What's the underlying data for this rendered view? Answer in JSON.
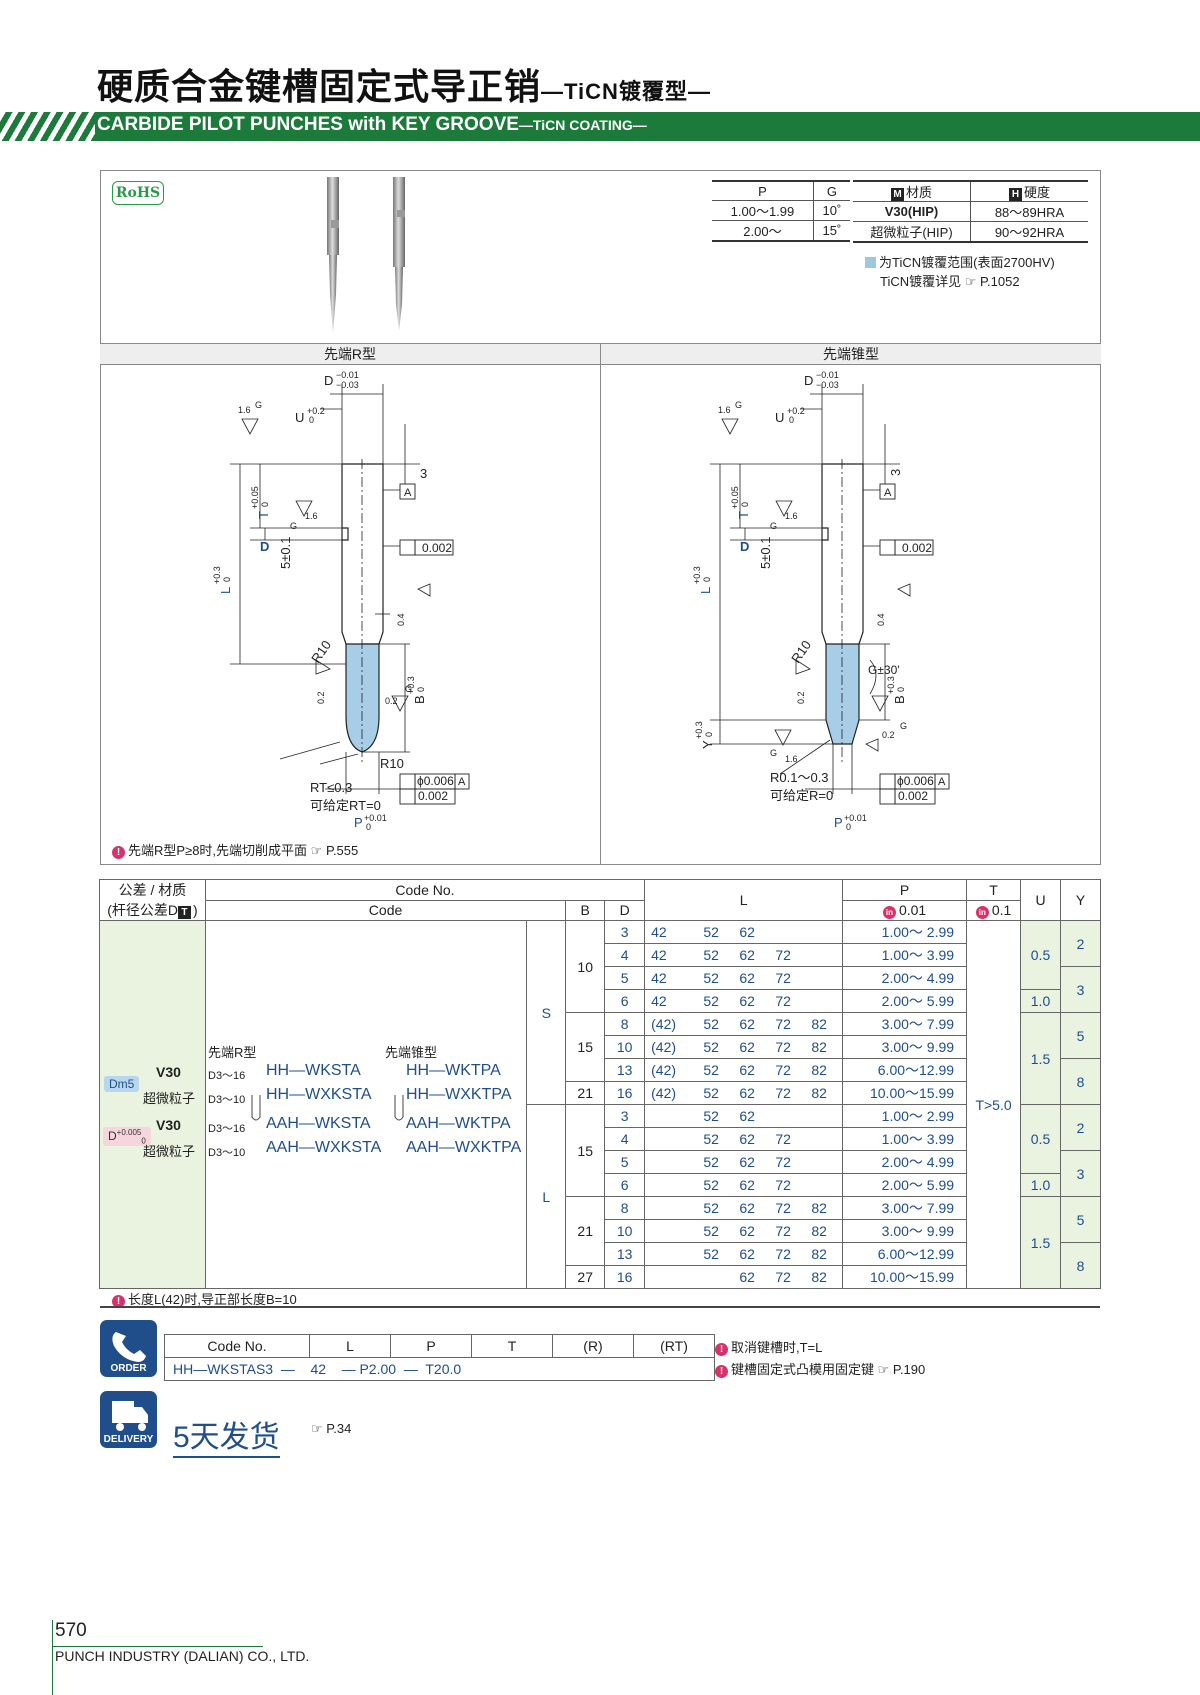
{
  "header": {
    "title_cn": "硬质合金键槽固定式导正销",
    "title_cn_sub": "—TiCN镀覆型—",
    "title_en": "CARBIDE PILOT PUNCHES with KEY GROOVE",
    "title_en_sub": "—TiCN COATING—"
  },
  "rohs": "RoHS",
  "angle_table": {
    "headers": [
      "P",
      "G"
    ],
    "rows": [
      [
        "1.00～1.99",
        "10˚"
      ],
      [
        "2.00～",
        "15˚"
      ]
    ]
  },
  "material_table": {
    "header_material_icon": "M",
    "header_material": "材质",
    "header_hardness_icon": "H",
    "header_hardness": "硬度",
    "rows": [
      [
        "V30(HIP)",
        "88～89HRA"
      ],
      [
        "超微粒子(HIP)",
        "90～92HRA"
      ]
    ]
  },
  "ticn_note": {
    "line1": "为TiCN镀覆范围(表面2700HV)",
    "line2": "TiCN镀覆详见",
    "ref_icon": "hand-pointer-icon",
    "ref": "P.1052"
  },
  "diagrams": {
    "left_title": "先端R型",
    "right_title": "先端锥型",
    "labels": {
      "D": "D",
      "D_tol_upper": "−0.01",
      "D_tol_lower": "−0.03",
      "U": "U",
      "U_tol_upper": "+0.2",
      "U_tol_lower": "0",
      "L": "L",
      "L_tol_upper": "+0.3",
      "L_tol_lower": "0",
      "T": "T",
      "T_tol_upper": "+0.05",
      "T_tol_lower": "0",
      "B": "B",
      "B_tol_upper": "+0.3",
      "B_tol_lower": "0",
      "Y": "Y",
      "Y_tol_upper": "+0.3",
      "Y_tol_lower": "0",
      "P": "P",
      "P_tol_upper": "+0.01",
      "P_tol_lower": "0",
      "dim_3": "3",
      "dim_5": "5±0.1",
      "datum_A": "A",
      "roundness": "0.002",
      "coax": "ϕ0.006",
      "rough_16": "1.6",
      "rough_04": "0.4",
      "rough_02": "0.2",
      "G": "G",
      "R10": "R10",
      "RT_note1": "RT≤0.3",
      "RT_note2": "可给定RT=0",
      "R_note1": "R0.1～0.3",
      "R_note2": "可给定R=0",
      "G_angle": "G±30'",
      "D_tol_icon": "T"
    }
  },
  "note_r": {
    "text": "先端R型P≥8时,先端切削成平面",
    "ref": "P.555"
  },
  "main_table": {
    "h_tol_mat": "公差 / 材质",
    "h_tol_mat2": "(杆径公差D",
    "h_tol_mat2_icon": "T",
    "h_tol_mat2_end": ")",
    "h_codeno": "Code No.",
    "h_code": "Code",
    "h_B": "B",
    "h_D": "D",
    "h_L": "L",
    "h_P": "P",
    "h_P_sub_icon": "in",
    "h_P_sub": "0.01",
    "h_T": "T",
    "h_T_sub_icon": "in",
    "h_T_sub": "0.1",
    "h_U": "U",
    "h_Y": "Y",
    "type_r": "先端R型",
    "type_t": "先端锥型",
    "mat_v30": "V30",
    "mat_ultra": "超微粒子",
    "tol_dm5": "Dm5",
    "tol_d": "D",
    "tol_d_upper": "+0.005",
    "tol_d_lower": "0",
    "range_16": "D3～16",
    "range_10": "D3～10",
    "codes": {
      "hh_r": "HH—WKSTA",
      "hh_t": "HH—WKTPA",
      "hhx_r": "HH—WXKSTA",
      "hhx_t": "HH—WXKTPA",
      "aah_r": "AAH—WKSTA",
      "aah_t": "AAH—WKTPA",
      "aahx_r": "AAH—WXKSTA",
      "aahx_t": "AAH—WXKTPA"
    },
    "shank_S": "S",
    "shank_L": "L",
    "T_value": "T>5.0",
    "rows": [
      {
        "B": "10",
        "D": "3",
        "L": [
          "42",
          "52",
          "62",
          "",
          ""
        ],
        "P": "1.00～ 2.99",
        "U": "0.5",
        "Y": "2"
      },
      {
        "B": "",
        "D": "4",
        "L": [
          "42",
          "52",
          "62",
          "72",
          ""
        ],
        "P": "1.00～ 3.99",
        "U": "",
        "Y": ""
      },
      {
        "B": "",
        "D": "5",
        "L": [
          "42",
          "52",
          "62",
          "72",
          ""
        ],
        "P": "2.00～ 4.99",
        "U": "",
        "Y": "3"
      },
      {
        "B": "",
        "D": "6",
        "L": [
          "42",
          "52",
          "62",
          "72",
          ""
        ],
        "P": "2.00～ 5.99",
        "U": "1.0",
        "Y": ""
      },
      {
        "B": "15",
        "D": "8",
        "L": [
          "(42)",
          "52",
          "62",
          "72",
          "82"
        ],
        "P": "3.00～ 7.99",
        "U": "1.5",
        "Y": "5"
      },
      {
        "B": "",
        "D": "10",
        "L": [
          "(42)",
          "52",
          "62",
          "72",
          "82"
        ],
        "P": "3.00～ 9.99",
        "U": "",
        "Y": ""
      },
      {
        "B": "",
        "D": "13",
        "L": [
          "(42)",
          "52",
          "62",
          "72",
          "82"
        ],
        "P": "6.00～12.99",
        "U": "",
        "Y": "8"
      },
      {
        "B": "21",
        "D": "16",
        "L": [
          "(42)",
          "52",
          "62",
          "72",
          "82"
        ],
        "P": "10.00～15.99",
        "U": "",
        "Y": ""
      },
      {
        "B": "15",
        "D": "3",
        "L": [
          "",
          "52",
          "62",
          "",
          ""
        ],
        "P": "1.00～ 2.99",
        "U": "0.5",
        "Y": "2"
      },
      {
        "B": "",
        "D": "4",
        "L": [
          "",
          "52",
          "62",
          "72",
          ""
        ],
        "P": "1.00～ 3.99",
        "U": "",
        "Y": ""
      },
      {
        "B": "",
        "D": "5",
        "L": [
          "",
          "52",
          "62",
          "72",
          ""
        ],
        "P": "2.00～ 4.99",
        "U": "",
        "Y": "3"
      },
      {
        "B": "",
        "D": "6",
        "L": [
          "",
          "52",
          "62",
          "72",
          ""
        ],
        "P": "2.00～ 5.99",
        "U": "1.0",
        "Y": ""
      },
      {
        "B": "21",
        "D": "8",
        "L": [
          "",
          "52",
          "62",
          "72",
          "82"
        ],
        "P": "3.00～ 7.99",
        "U": "1.5",
        "Y": "5"
      },
      {
        "B": "",
        "D": "10",
        "L": [
          "",
          "52",
          "62",
          "72",
          "82"
        ],
        "P": "3.00～ 9.99",
        "U": "",
        "Y": ""
      },
      {
        "B": "",
        "D": "13",
        "L": [
          "",
          "52",
          "62",
          "72",
          "82"
        ],
        "P": "6.00～12.99",
        "U": "",
        "Y": "8"
      },
      {
        "B": "27",
        "D": "16",
        "L": [
          "",
          "",
          "62",
          "72",
          "82"
        ],
        "P": "10.00～15.99",
        "U": "",
        "Y": ""
      }
    ]
  },
  "note_l": "长度L(42)时,导正部长度B=10",
  "order": {
    "icon_label": "ORDER",
    "headers": [
      "Code No.",
      "L",
      "P",
      "T",
      "(R)",
      "(RT)"
    ],
    "example": [
      "HH—WKSTAS3",
      "—",
      "42",
      "—",
      "P2.00",
      "—",
      "T20.0"
    ],
    "notes": [
      "取消键槽时,T=L",
      "键槽固定式凸模用固定键"
    ],
    "note2_ref": "P.190"
  },
  "delivery": {
    "icon_label": "DELIVERY",
    "text": "5天发货",
    "ref": "P.34"
  },
  "footer": {
    "page": "570",
    "company": "PUNCH INDUSTRY (DALIAN) CO., LTD."
  },
  "colors": {
    "brand_green": "#1c7a3a",
    "code_blue": "#1f4e8a",
    "coating_blue": "#9ec7e0",
    "warn_pink": "#d6336c"
  }
}
